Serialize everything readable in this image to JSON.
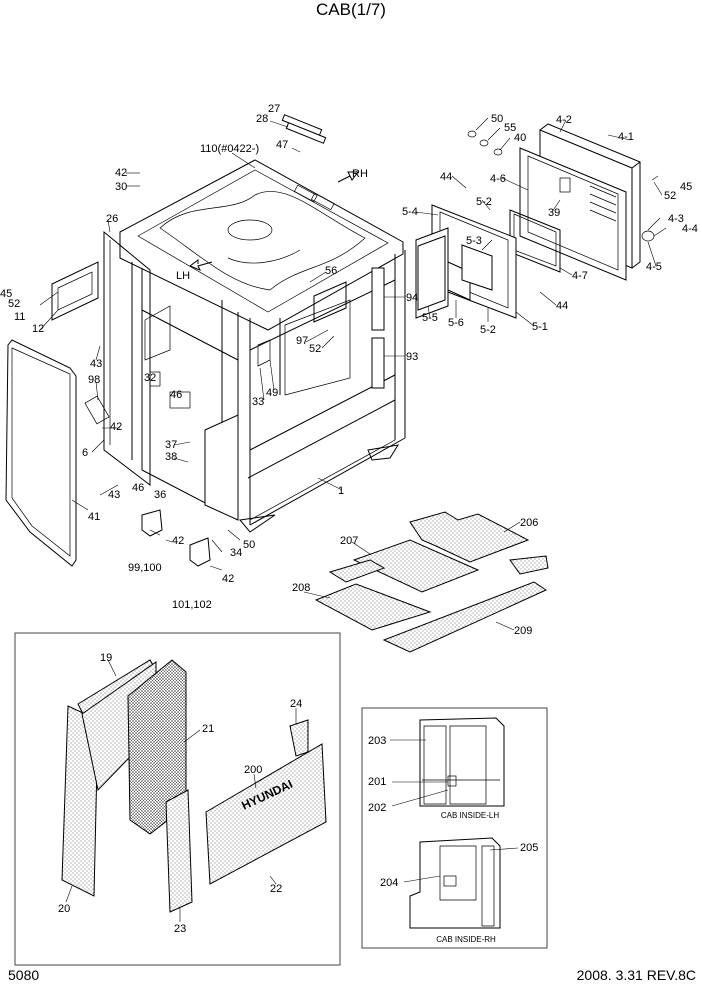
{
  "title": "CAB(1/7)",
  "footer": {
    "page_number": "5080",
    "revision": "2008.  3.31  REV.8C"
  },
  "insets": {
    "lh_caption": "CAB INSIDE-LH",
    "rh_caption": "CAB INSIDE-RH"
  },
  "brand_text": "HYUNDAI",
  "parts": {
    "p110": "110(#0422-)",
    "p27": "27",
    "p28": "28",
    "p47": "47",
    "p42a": "42",
    "p30": "30",
    "p26": "26",
    "pRH": "RH",
    "pLH": "LH",
    "p56": "56",
    "p45a": "45",
    "p52a": "52",
    "p11": "11",
    "p12": "12",
    "p43a": "43",
    "p98": "98",
    "p32": "32",
    "p46a": "46",
    "p42b": "42",
    "p6": "6",
    "p37": "37",
    "p38": "38",
    "p33": "33",
    "p49": "49",
    "p97": "97",
    "p52b": "52",
    "p94": "94",
    "p93": "93",
    "p43b": "43",
    "p46b": "46",
    "p36": "36",
    "p1": "1",
    "p41": "41",
    "p42c": "42",
    "p99100": "99,100",
    "p34": "34",
    "p50a": "50",
    "p42d": "42",
    "p101102": "101,102",
    "p50b": "50",
    "p55": "55",
    "p40": "40",
    "p42t": "4-2",
    "p41t": "4-1",
    "p44a": "44",
    "p46t": "4-6",
    "p52t": "5-2",
    "p54": "5-4",
    "p53": "5-3",
    "p39": "39",
    "p52c": "52",
    "p45b": "45",
    "p43t": "4-3",
    "p44t": "4-4",
    "p45t": "4-5",
    "p47t": "4-7",
    "p44b": "44",
    "p51": "5-1",
    "p55t": "5-5",
    "p56t": "5-6",
    "p52d": "5-2",
    "p206": "206",
    "p207": "207",
    "p208": "208",
    "p209": "209",
    "p19": "19",
    "p21": "21",
    "p24": "24",
    "p200": "200",
    "p20": "20",
    "p23": "23",
    "p22": "22",
    "p203": "203",
    "p201": "201",
    "p202": "202",
    "p205": "205",
    "p204": "204"
  }
}
